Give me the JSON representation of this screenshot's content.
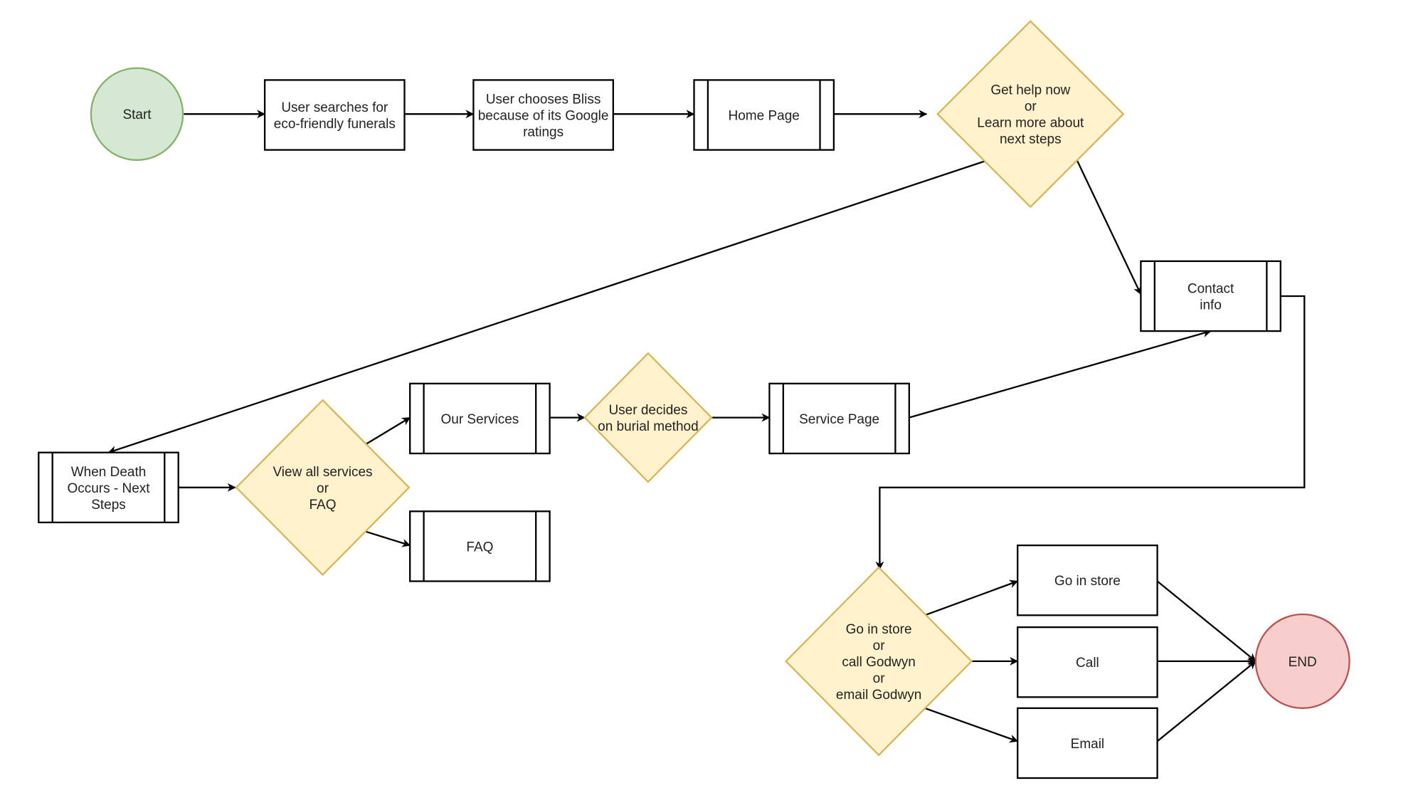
{
  "colors": {
    "start_fill": "#d5e8d4",
    "start_stroke": "#82b366",
    "end_fill": "#f8cecc",
    "end_stroke": "#b85450",
    "decision_fill": "#fff2cc",
    "decision_stroke": "#d6b656",
    "box_fill": "#ffffff",
    "box_stroke": "#000000",
    "edge": "#000000"
  },
  "nodes": {
    "start": {
      "shape": "circle",
      "lines": [
        "Start"
      ]
    },
    "search": {
      "shape": "process",
      "lines": [
        "User searches for",
        "eco-friendly funerals"
      ]
    },
    "choose": {
      "shape": "process",
      "lines": [
        "User chooses Bliss",
        "because of its Google",
        "ratings"
      ]
    },
    "home": {
      "shape": "subprocess",
      "lines": [
        "Home Page"
      ]
    },
    "help": {
      "shape": "decision",
      "lines": [
        "Get help now",
        "or",
        "Learn more about",
        "next steps"
      ]
    },
    "contact": {
      "shape": "subprocess",
      "lines": [
        "Contact",
        "info"
      ]
    },
    "death": {
      "shape": "subprocess",
      "lines": [
        "When Death",
        "Occurs - Next",
        "Steps"
      ]
    },
    "view": {
      "shape": "decision",
      "lines": [
        "View all services",
        "or",
        "FAQ"
      ]
    },
    "services": {
      "shape": "subprocess",
      "lines": [
        "Our Services"
      ]
    },
    "faq": {
      "shape": "subprocess",
      "lines": [
        "FAQ"
      ]
    },
    "decide": {
      "shape": "decision",
      "lines": [
        "User decides",
        "on burial method"
      ]
    },
    "servicepage": {
      "shape": "subprocess",
      "lines": [
        "Service Page"
      ]
    },
    "goin": {
      "shape": "decision",
      "lines": [
        "Go in store",
        "or",
        "call Godwyn",
        "or",
        "email Godwyn"
      ]
    },
    "store": {
      "shape": "process",
      "lines": [
        "Go in store"
      ]
    },
    "call": {
      "shape": "process",
      "lines": [
        "Call"
      ]
    },
    "email": {
      "shape": "process",
      "lines": [
        "Email"
      ]
    },
    "end": {
      "shape": "circle",
      "lines": [
        "END"
      ]
    }
  },
  "edges": [
    {
      "from": "start",
      "to": "search"
    },
    {
      "from": "search",
      "to": "choose"
    },
    {
      "from": "choose",
      "to": "home"
    },
    {
      "from": "home",
      "to": "help"
    },
    {
      "from": "help",
      "to": "death"
    },
    {
      "from": "help",
      "to": "contact"
    },
    {
      "from": "death",
      "to": "view"
    },
    {
      "from": "view",
      "to": "services"
    },
    {
      "from": "view",
      "to": "faq"
    },
    {
      "from": "services",
      "to": "decide"
    },
    {
      "from": "decide",
      "to": "servicepage"
    },
    {
      "from": "servicepage",
      "to": "contact"
    },
    {
      "from": "contact",
      "to": "goin"
    },
    {
      "from": "goin",
      "to": "store"
    },
    {
      "from": "goin",
      "to": "call"
    },
    {
      "from": "goin",
      "to": "email"
    },
    {
      "from": "store",
      "to": "end"
    },
    {
      "from": "call",
      "to": "end"
    },
    {
      "from": "email",
      "to": "end"
    }
  ]
}
